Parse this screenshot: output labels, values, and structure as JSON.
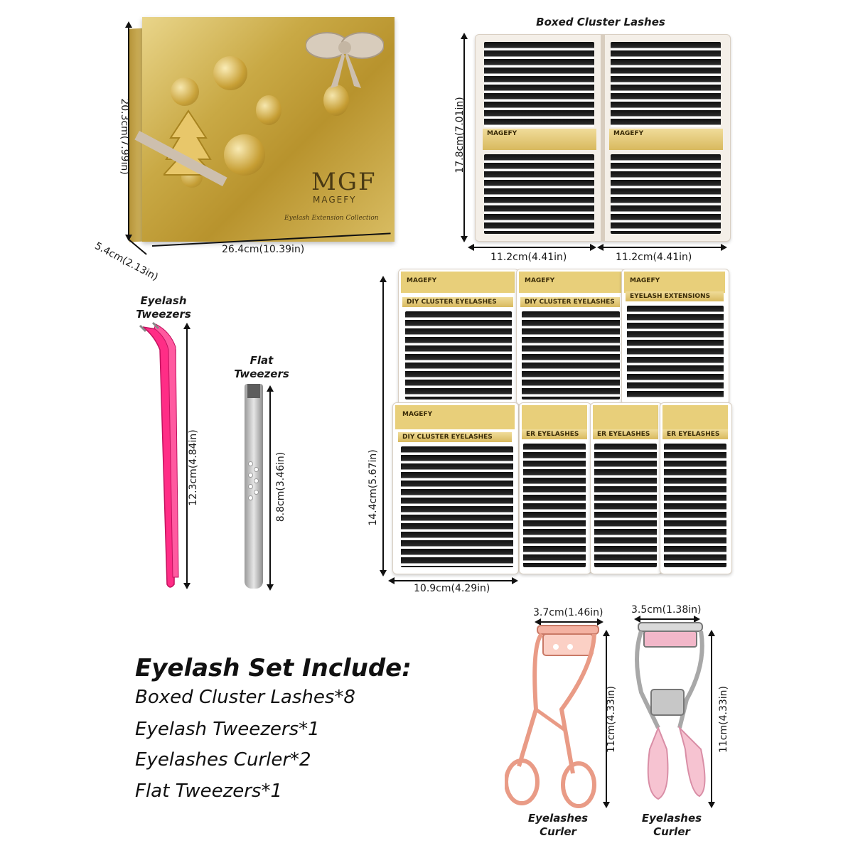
{
  "labels": {
    "boxed_cluster_lashes": "Boxed Cluster Lashes",
    "eyelash_tweezers": [
      "Eyelash",
      "Tweezers"
    ],
    "flat_tweezers": [
      "Flat",
      "Tweezers"
    ],
    "eyelashes_curler": [
      "Eyelashes",
      "Curler"
    ]
  },
  "dimensions": {
    "box_height": "20.3cm(7.99in)",
    "box_depth": "5.4cm(2.13in)",
    "box_width": "26.4cm(10.39in)",
    "tray_height": "17.8cm(7.01in)",
    "tray_width_left": "11.2cm(4.41in)",
    "tray_width_right": "11.2cm(4.41in)",
    "pack_height": "14.4cm(5.67in)",
    "pack_width": "10.9cm(4.29in)",
    "eyelash_tweezers_length": "12.3cm(4.84in)",
    "flat_tweezers_length": "8.8cm(3.46in)",
    "curler1_width": "3.7cm(1.46in)",
    "curler2_width": "3.5cm(1.38in)",
    "curler1_height": "11cm(4.33in)",
    "curler2_height": "11cm(4.33in)"
  },
  "brand": {
    "logo": "MGF",
    "name": "MAGEFY",
    "subtitle": "Eyelash Extension Collection"
  },
  "packs": {
    "pack_brand": "MAGEFY",
    "diy": "DIY CLUSTER EYELASHES",
    "ext": "EYELASH EXTENSIONS",
    "partial": "ER EYELASHES"
  },
  "set": {
    "title": "Eyelash Set Include:",
    "items": [
      "Boxed Cluster Lashes*8",
      "Eyelash Tweezers*1",
      "Eyelashes Curler*2",
      "Flat Tweezers*1"
    ]
  },
  "colors": {
    "gold": "#c9a945",
    "pink": "#ff2d86",
    "rose_gold": "#f0a08a"
  }
}
